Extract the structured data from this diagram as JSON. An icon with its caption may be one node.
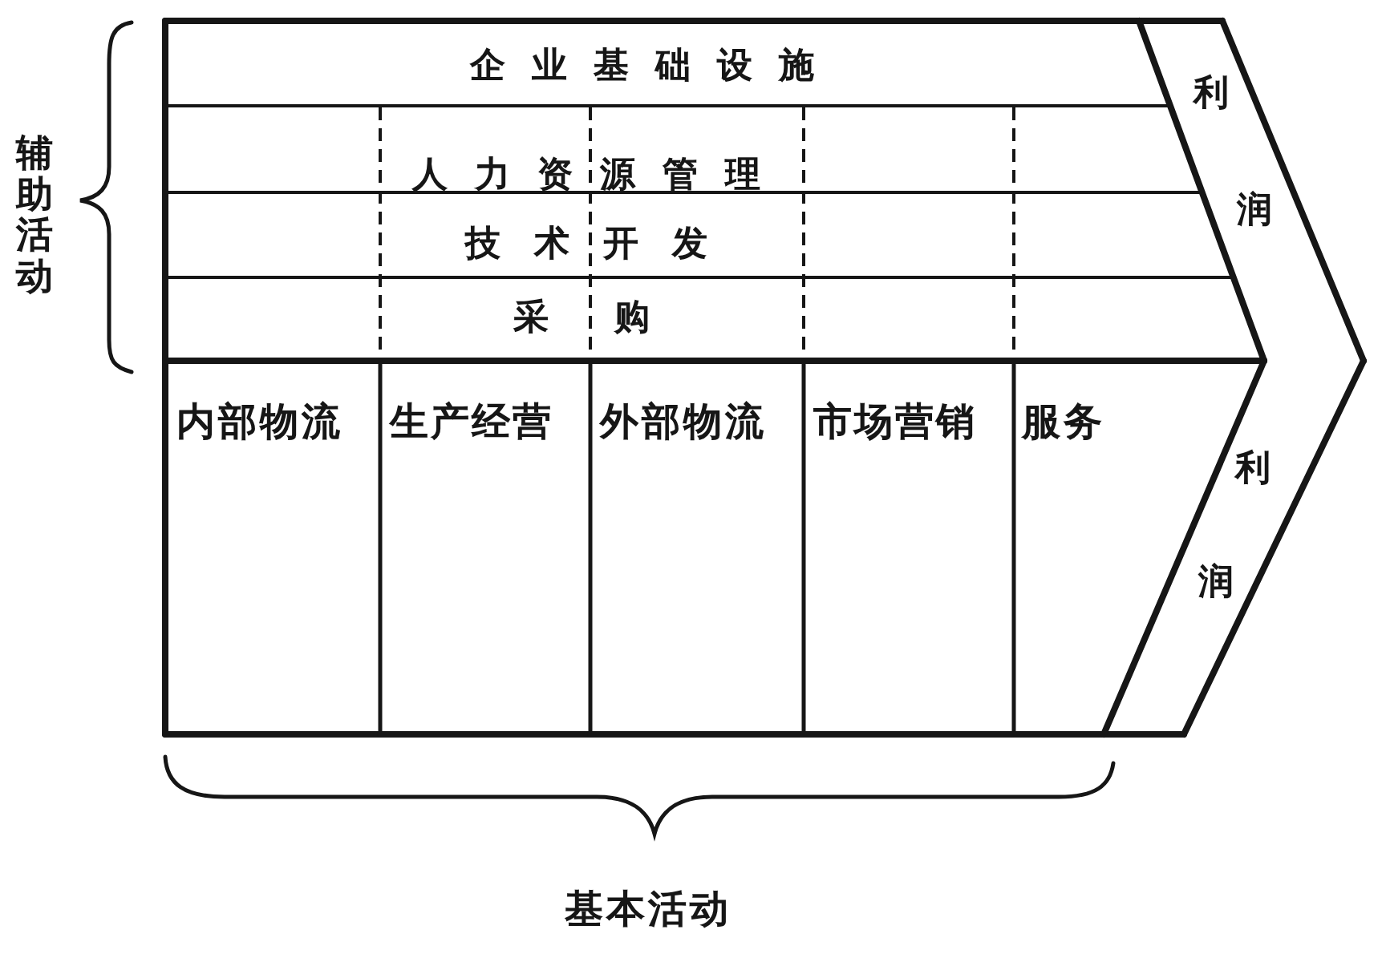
{
  "diagram": {
    "nodes": [
      {
        "text": [
          "企业基础设施"
        ]
      },
      {
        "text": [
          "人力资源管理"
        ]
      },
      {
        "text": [
          "技术开发"
        ]
      },
      {
        "text": [
          "采购"
        ]
      },
      {
        "text": [
          "内部物流"
        ]
      },
      {
        "text": [
          "生产经营"
        ]
      },
      {
        "text": [
          "外部物流"
        ]
      },
      {
        "text": [
          "市场营销"
        ]
      },
      {
        "text": [
          "服务"
        ]
      },
      {
        "text": [
          "利润",
          "利润"
        ]
      }
    ],
    "labels": [
      "辅助活动",
      "基本活动"
    ]
  }
}
